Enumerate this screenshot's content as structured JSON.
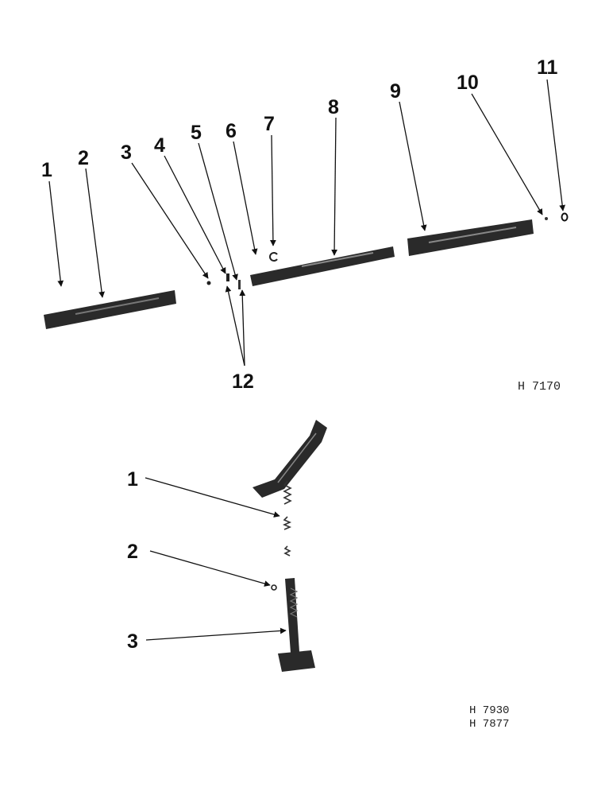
{
  "figure_top": {
    "callouts": [
      "1",
      "2",
      "3",
      "4",
      "5",
      "6",
      "7",
      "8",
      "9",
      "10",
      "11",
      "12"
    ],
    "figure_id": "H 7170"
  },
  "figure_bottom": {
    "callouts": [
      "1",
      "2",
      "3"
    ],
    "figure_ids": [
      "H 7930",
      "H 7877"
    ]
  },
  "colors": {
    "ink": "#111111",
    "part": "#2a2a2a",
    "background": "#ffffff"
  }
}
